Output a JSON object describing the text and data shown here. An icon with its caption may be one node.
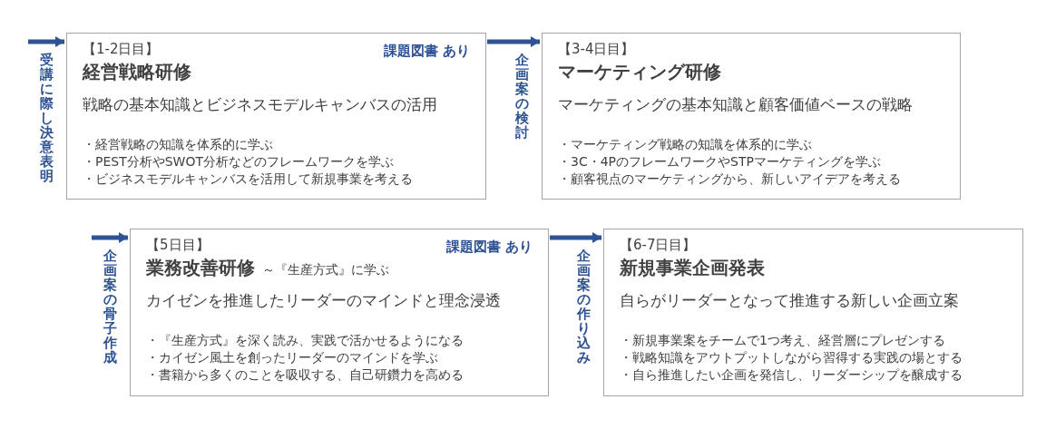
{
  "diagram": {
    "nodes": [
      {
        "text": [
          "【1-2日目】",
          "課題図書 あり",
          "経営戦略研修",
          "戦略の基本知識とビジネスモデルキャンバスの活用",
          "・経営戦略の知識を体系的に学ぶ",
          "・PEST分析やSWOT分析などのフレームワークを学ぶ",
          "・ビジネスモデルキャンバスを活用して新規事業を考える"
        ]
      },
      {
        "text": [
          "【3-4日目】",
          "マーケティング研修",
          "マーケティングの基本知識と顧客価値ベースの戦略",
          "・マーケティング戦略の知識を体系的に学ぶ",
          "・3C・4PのフレームワークやSTPマーケティングを学ぶ",
          "・顧客視点のマーケティングから、新しいアイデアを考える"
        ]
      },
      {
        "text": [
          "【5日目】",
          "課題図書 あり",
          "業務改善研修",
          "～『生産方式』に学ぶ",
          "カイゼンを推進したリーダーのマインドと理念浸透",
          "・『生産方式』を深く読み、実践で活かせるようになる",
          "・カイゼン風土を創ったリーダーのマインドを学ぶ",
          "・書籍から多くのことを吸収する、自己研鑽力を高める"
        ]
      },
      {
        "text": [
          "【6-7日目】",
          "新規事業企画発表",
          "自らがリーダーとなって推進する新しい企画立案",
          "・新規事業案をチームで1つ考え、経営層にプレゼンする",
          "・戦略知識をアウトプットしながら習得する実践の場とする",
          "・自ら推進したい企画を発信し、リーダーシップを醸成する"
        ]
      }
    ],
    "edges": [
      {
        "from": null,
        "to": 0,
        "arrow": "to",
        "label": "受講に際し決意表明"
      },
      {
        "from": 0,
        "to": 1,
        "arrow": "to",
        "label": "企画案の検討"
      },
      {
        "from": null,
        "to": 2,
        "arrow": "to",
        "label": "企画案の骨子作成"
      },
      {
        "from": 2,
        "to": 3,
        "arrow": "to",
        "label": "企画案の作り込み"
      }
    ]
  }
}
